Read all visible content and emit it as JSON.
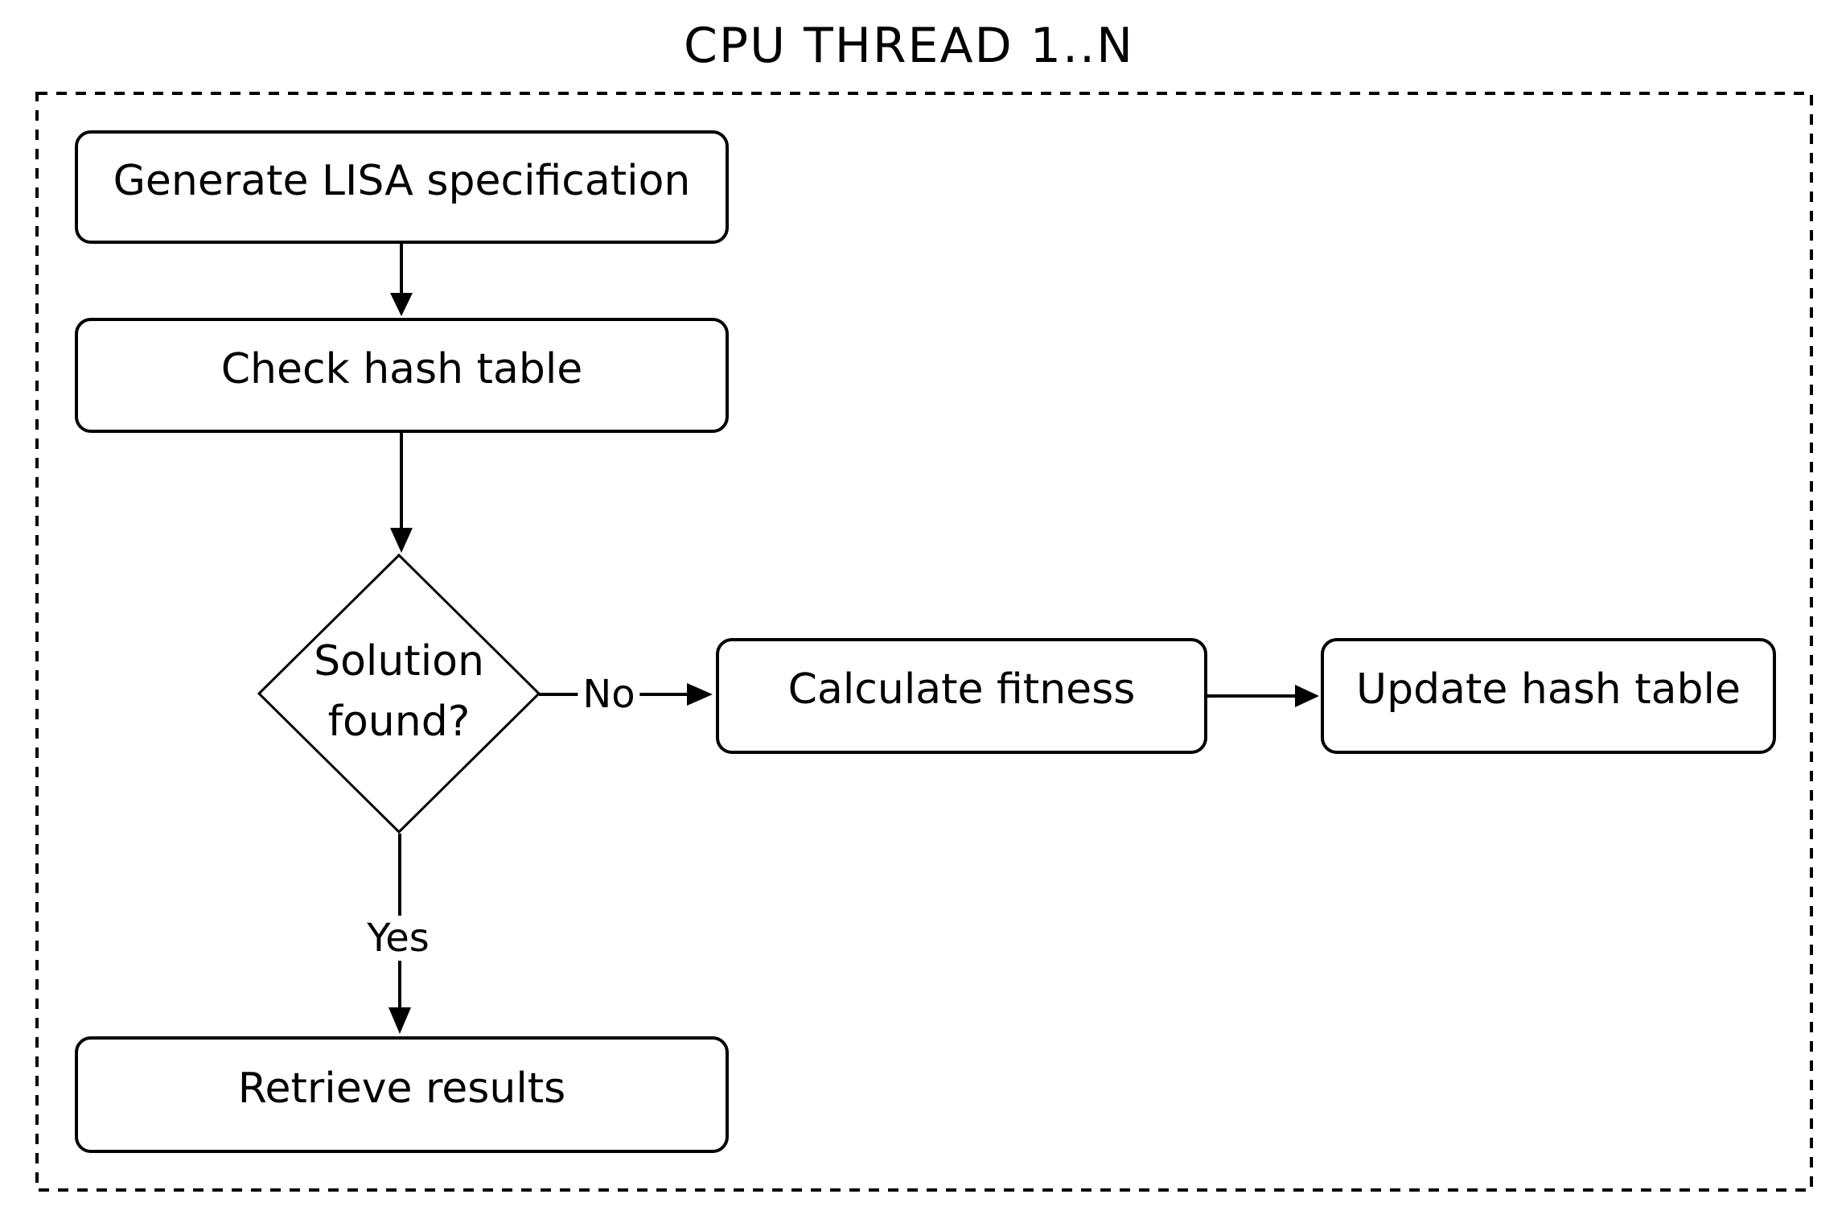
{
  "title": "CPU THREAD 1..N",
  "container": {
    "description": "dashed thread boundary box"
  },
  "nodes": {
    "generate": {
      "label": "Generate LISA specification",
      "shape": "rounded-rect"
    },
    "check": {
      "label": "Check hash table",
      "shape": "rounded-rect"
    },
    "decision": {
      "label": "Solution found?",
      "shape": "diamond"
    },
    "calculate": {
      "label": "Calculate fitness",
      "shape": "rounded-rect"
    },
    "update": {
      "label": "Update hash table",
      "shape": "rounded-rect"
    },
    "retrieve": {
      "label": "Retrieve results",
      "shape": "rounded-rect"
    }
  },
  "edges": [
    {
      "from": "generate",
      "to": "check",
      "label": ""
    },
    {
      "from": "check",
      "to": "decision",
      "label": ""
    },
    {
      "from": "decision",
      "to": "calculate",
      "label": "No"
    },
    {
      "from": "calculate",
      "to": "update",
      "label": ""
    },
    {
      "from": "decision",
      "to": "retrieve",
      "label": "Yes"
    }
  ],
  "colors": {
    "stroke": "#000000",
    "background": "#ffffff"
  }
}
